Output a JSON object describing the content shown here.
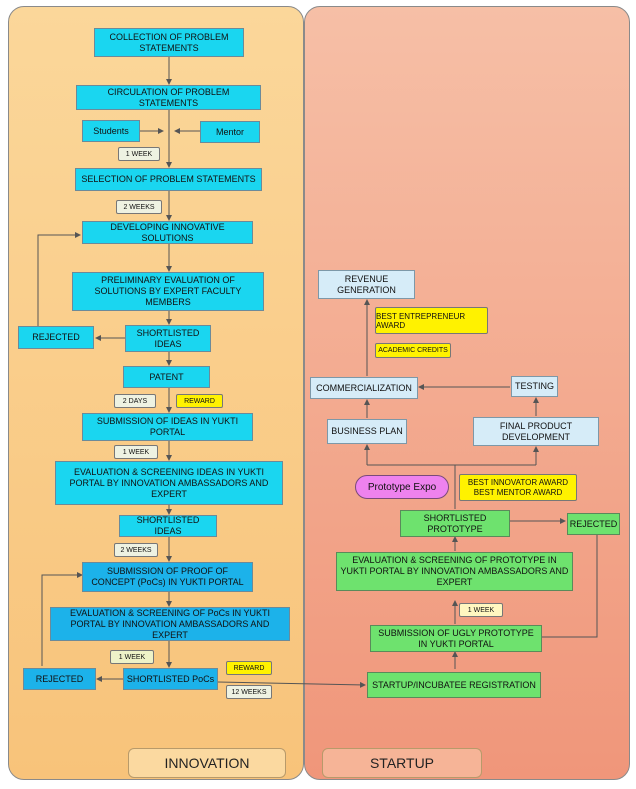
{
  "innovation": {
    "title": "INNOVATION",
    "collection": "COLLECTION OF PROBLEM STATEMENTS",
    "circulation": "CIRCULATION OF PROBLEM STATEMENTS",
    "students": "Students",
    "mentor": "Mentor",
    "week1a": "1 WEEK",
    "selection": "SELECTION OF PROBLEM STATEMENTS",
    "weeks2a": "2 WEEKS",
    "developing": "DEVELOPING INNOVATIVE SOLUTIONS",
    "preliminary": "PRELIMINARY EVALUATION OF SOLUTIONS BY EXPERT FACULTY MEMBERS",
    "rejected1": "REJECTED",
    "shortlisted1": "SHORTLISTED IDEAS",
    "patent": "PATENT",
    "days2": "2 DAYS",
    "reward1": "REWARD",
    "submission_yukti": "SUBMISSION OF IDEAS IN YUKTI PORTAL",
    "week1b": "1 WEEK",
    "evaluation_ideas": "EVALUATION & SCREENING IDEAS IN YUKTI PORTAL BY INNOVATION AMBASSADORS AND EXPERT",
    "shortlisted2": "SHORTLISTED IDEAS",
    "weeks2b": "2 WEEKS",
    "submission_poc": "SUBMISSION OF PROOF OF CONCEPT (PoCs) IN YUKTI PORTAL",
    "evaluation_poc": "EVALUATION & SCREENING OF PoCs IN YUKTI PORTAL BY INNOVATION AMBASSADORS AND EXPERT",
    "week1c": "1 WEEK",
    "rejected2": "REJECTED",
    "shortlisted_pocs": "SHORTLISTED PoCs",
    "reward2": "REWARD",
    "weeks12": "12 WEEKS"
  },
  "startup": {
    "title": "STARTUP",
    "revenue": "REVENUE GENERATION",
    "best_entrepreneur": "BEST ENTREPRENEUR AWARD",
    "academic_credits": "ACADEMIC CREDITS",
    "commercialization": "COMMERCIALIZATION",
    "testing": "TESTING",
    "business_plan": "BUSINESS PLAN",
    "final_product": "FINAL PRODUCT DEVELOPMENT",
    "prototype_expo": "Prototype Expo",
    "best_awards": "BEST INNOVATOR AWARD BEST MENTOR AWARD",
    "shortlisted_prototype": "SHORTLISTED PROTOTYPE",
    "rejected3": "REJECTED",
    "evaluation_prototype": "EVALUATION & SCREENING OF PROTOTYPE IN YUKTI PORTAL BY INNOVATION AMBASSADORS AND EXPERT",
    "week1d": "1 WEEK",
    "submission_ugly": "SUBMISSION OF UGLY PROTOTYPE IN YUKTI PORTAL",
    "registration": "STARTUP/INCUBATEE REGISTRATION"
  }
}
